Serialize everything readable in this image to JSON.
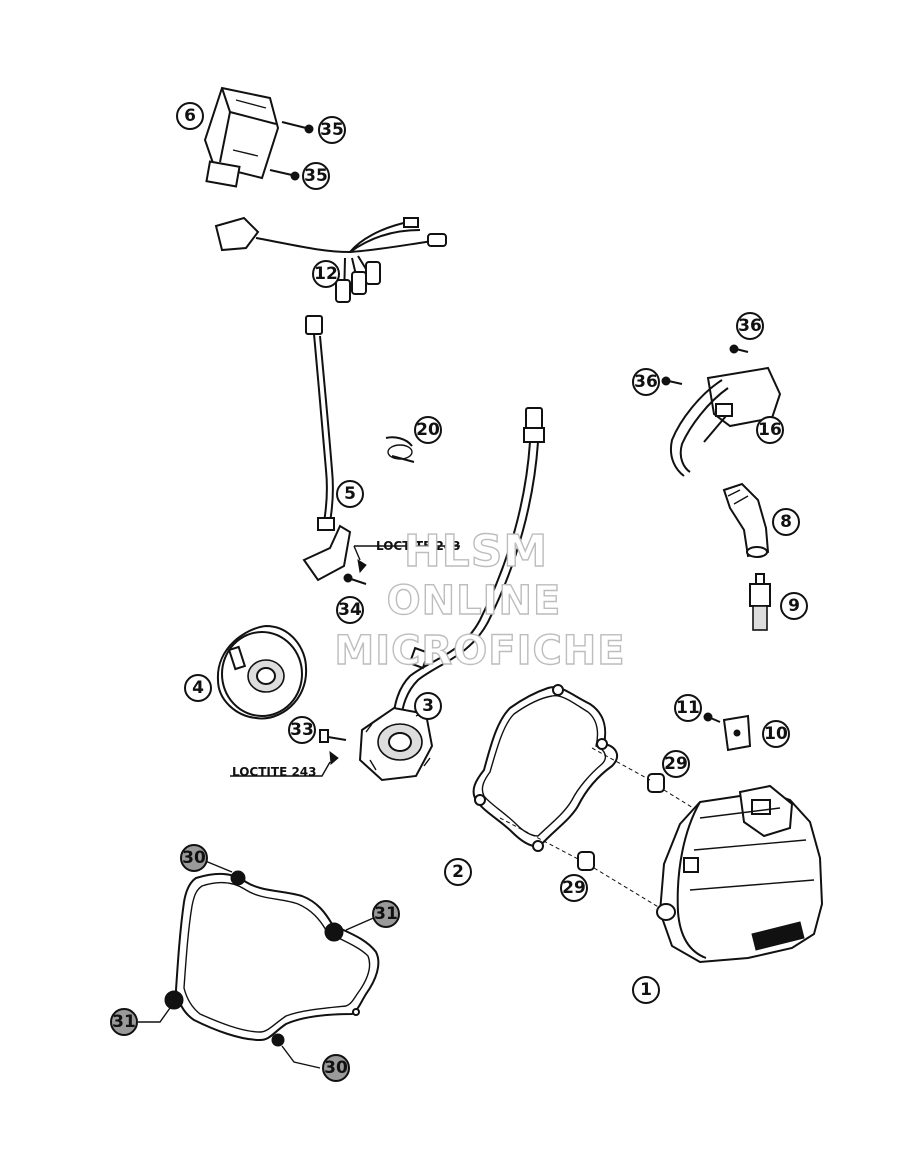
{
  "watermark": {
    "line1": "HLSM",
    "line2": "ONLINE",
    "line3": "MICROFICHE"
  },
  "notes": {
    "loctite_upper": "LOCTITE 243",
    "loctite_lower": "LOCTITE 243"
  },
  "callouts": {
    "c1": "1",
    "c2": "2",
    "c3": "3",
    "c4": "4",
    "c5": "5",
    "c6": "6",
    "c8": "8",
    "c9": "9",
    "c10": "10",
    "c11": "11",
    "c12": "12",
    "c16": "16",
    "c20": "20",
    "c29a": "29",
    "c29b": "29",
    "c30a": "30",
    "c30b": "30",
    "c31a": "31",
    "c31b": "31",
    "c33": "33",
    "c34": "34",
    "c35a": "35",
    "c35b": "35",
    "c36a": "36",
    "c36b": "36"
  }
}
